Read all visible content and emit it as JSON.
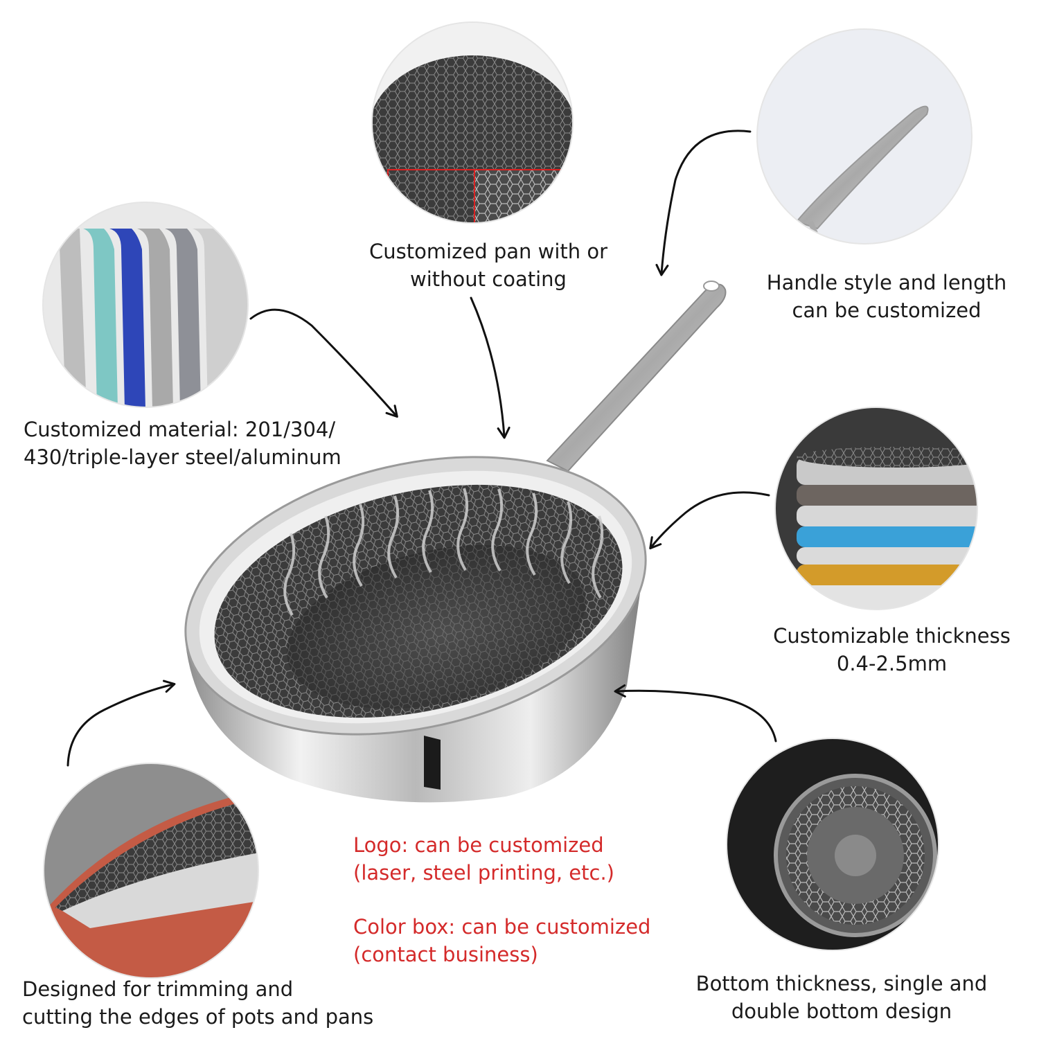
{
  "labels": {
    "coating": {
      "line1": "Customized pan with or",
      "line2": "without coating"
    },
    "handle": {
      "line1": "Handle style and length",
      "line2": "can be customized"
    },
    "material": {
      "line1": "Customized material: 201/304/",
      "line2": "430/triple-layer steel/aluminum"
    },
    "thickness": {
      "line1": "Customizable thickness",
      "line2": "0.4-2.5mm"
    },
    "trimming": {
      "line1": "Designed for trimming and",
      "line2": "cutting the edges of pots and pans"
    },
    "bottom": {
      "line1": "Bottom thickness, single and",
      "line2": "double bottom design"
    },
    "logo": {
      "line1": "Logo: can be customized",
      "line2": "(laser, steel printing, etc.)"
    },
    "colorbox": {
      "line1": "Color box: can be customized",
      "line2": "(contact business)"
    }
  },
  "colors": {
    "text": "#1a1a1a",
    "accent_red": "#d42a2a",
    "steel_light": "#e6e6e6",
    "steel_dark": "#3a3a3a"
  },
  "icons": [
    "arrow",
    "pan-photo",
    "coating-closeup",
    "handle-closeup",
    "material-layers",
    "thickness-stack",
    "rim-closeup",
    "bottom-closeup"
  ]
}
